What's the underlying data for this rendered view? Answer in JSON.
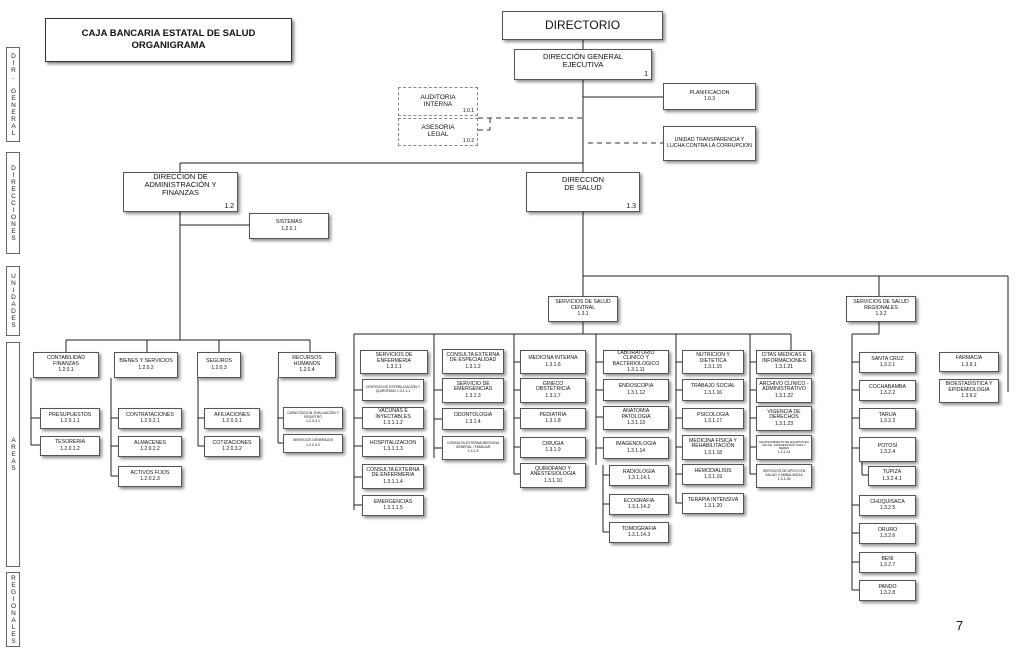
{
  "title": {
    "line1": "CAJA BANCARIA ESTATAL DE SALUD",
    "line2": "ORGANIGRAMA"
  },
  "side_labels": [
    "DIR. GENERAL",
    "DIRECCIONES",
    "UNIDADES",
    "AREAS",
    "REGIONALES"
  ],
  "page_number": "7",
  "boxes": {
    "directorio": {
      "t": "DIRECTORIO",
      "c": ""
    },
    "dge": {
      "t": "DIRECCIÓN GENERAL EJECUTIVA",
      "c": "1"
    },
    "auditoria": {
      "t": "AUDITORIA INTERNA",
      "c": "1.0.1"
    },
    "asesoria": {
      "t": "ASESORIA LEGAL",
      "c": "1.0.2"
    },
    "planificacion": {
      "t": "PLANIFICACION",
      "c": "1.0.3"
    },
    "transparencia": {
      "t": "UNIDAD TRANSPARENCIA Y LUCHA CONTRA LA CORRUPCION",
      "c": ""
    },
    "dir_admin": {
      "t": "DIRECCION DE ADMINISTRACIÓN Y FINANZAS",
      "c": "1.2"
    },
    "dir_salud": {
      "t": "DIRECCION DE SALUD",
      "c": "1.3"
    },
    "sistemas": {
      "t": "SISTEMAS",
      "c": "1.2.0.1"
    },
    "serv_central": {
      "t": "SERVICIOS DE SALUD CENTRAL",
      "c": "1.3.1"
    },
    "serv_regionales": {
      "t": "SERVICIOS DE SALUD REGIONALES",
      "c": "1.3.2"
    },
    "farmacia": {
      "t": "FARMACIA",
      "c": "1.3.9.1"
    },
    "bioestadistica": {
      "t": "BIOESTADÍSTICA Y EPIDEMIOLOGIA",
      "c": "1.3.9.2"
    },
    "contabilidad": {
      "t": "CONTABILIDAD FINANZAS",
      "c": "1.2.0.1"
    },
    "presupuestos": {
      "t": "PRESUPUESTOS",
      "c": "1.2.0.1.1"
    },
    "tesoreria": {
      "t": "TESORERIA",
      "c": "1.2.0.1.2"
    },
    "bienes": {
      "t": "BIENES Y SERVICIOS",
      "c": "1.2.0.2"
    },
    "contrataciones": {
      "t": "CONTRATACIONES",
      "c": "1.2.0.2.1"
    },
    "almacenes": {
      "t": "ALMACENES",
      "c": "1.2.0.2.2"
    },
    "activos": {
      "t": "ACTIVOS FIJOS",
      "c": "1.2.0.2.3"
    },
    "seguros": {
      "t": "SEGUROS",
      "c": "1.2.0.3"
    },
    "afiliaciones": {
      "t": "AFILIACIONES",
      "c": "1.2.0.3.1"
    },
    "cotizaciones": {
      "t": "COTIZACIONES",
      "c": "1.2.0.3.2"
    },
    "rrhh": {
      "t": "RECURSOS HUMANOS",
      "c": "1.2.0.4"
    },
    "capacitacion": {
      "t": "CAPACITACION, EVALUACION Y REGISTRO",
      "c": "1.2.0.4.1"
    },
    "serv_generales": {
      "t": "SERVICIOS GENERALES",
      "c": "1.2.0.4.2"
    },
    "enfermeria": {
      "t": "SERVICIOS DE ENFERMERIA",
      "c": "1.3.1.1"
    },
    "esterilizacion": {
      "t": "CENTROS DE ESTERILIZACIÓN Y QUIRÓFANO 1.3.1.1.1",
      "c": ""
    },
    "vacunas": {
      "t": "VACUNAS E INYECTABLES",
      "c": "1.3.1.1.2"
    },
    "hospitalizacion": {
      "t": "HOSPITALIZACION",
      "c": "1.3.1.1.3"
    },
    "ce_enfermeria": {
      "t": "CONSULTA EXTERNA DE ENFERMERIA",
      "c": "1.3.1.1.4"
    },
    "emergencias_enf": {
      "t": "EMERGENCIAS",
      "c": "1.3.1.1.5"
    },
    "ce_especialidad": {
      "t": "CONSULTA EXTERNA DE ESPECIALIDAD",
      "c": "1.3.1.2"
    },
    "serv_emergencias": {
      "t": "SERVICIO DE EMERGENCIAS",
      "c": "1.3.1.3"
    },
    "odontologia": {
      "t": "ODONTOLOGIA",
      "c": "1.3.1.4"
    },
    "ce_medicina": {
      "t": "CONSULTA EXTERNA MEDICINA GENERAL / FAMILIAR",
      "c": "1.3.1.5"
    },
    "medicina_interna": {
      "t": "MEDICINA INTERNA",
      "c": "1.3.1.6"
    },
    "gineco": {
      "t": "GINECO OBSTETRICIA",
      "c": "1.3.1.7"
    },
    "pediatria": {
      "t": "PEDIATRIA",
      "c": "1.3.1.8"
    },
    "cirugia": {
      "t": "CIRUGIA",
      "c": "1.3.1.9"
    },
    "quirofano": {
      "t": "QUIROFANO Y ANESTESIOLOGIA",
      "c": "1.3.1.10"
    },
    "laboratorio": {
      "t": "LABORATORIO CLINICO Y BACTERIOLOGICO",
      "c": "1.3.1.11"
    },
    "endoscopia": {
      "t": "ENDOSCOPIA",
      "c": "1.3.1.12"
    },
    "anatomia": {
      "t": "ANATOMIA PATOLOGIA",
      "c": "1.3.1.13"
    },
    "imagenologia": {
      "t": "IMAGENOLOGIA",
      "c": "1.3.1.14"
    },
    "radiologia": {
      "t": "RADIOLOGIA",
      "c": "1.3.1.14.1"
    },
    "ecografia": {
      "t": "ECOGRAFIA",
      "c": "1.3.1.14.2"
    },
    "tomografia": {
      "t": "TOMOGRAFIA",
      "c": "1.3.1.14.3"
    },
    "nutricion": {
      "t": "NUTRICION Y DIETETICA",
      "c": "1.3.1.15"
    },
    "trabajo_social": {
      "t": "TRABAJO SOCIAL",
      "c": "1.3.1.16"
    },
    "psicologia": {
      "t": "PSICOLOGIA",
      "c": "1.3.1.17"
    },
    "medicina_fisica": {
      "t": "MEDICINA FISICA Y REHABILITACIÓN",
      "c": "1.3.1.18"
    },
    "hemodialisis": {
      "t": "HEMODIALISIS",
      "c": "1.3.1.19"
    },
    "terapia": {
      "t": "TERAPIA INTENSIVA",
      "c": "1.3.1.20"
    },
    "citas": {
      "t": "CITAS MEDICAS E INFORMACIONES",
      "c": "1.3.1.21"
    },
    "archivo": {
      "t": "ARCHIVO CLINICO - ADMINISTRATIVO",
      "c": "1.3.1.22"
    },
    "vigencia": {
      "t": "VIGENCIA DE DERECHOS",
      "c": "1.3.1.23"
    },
    "mantenimiento": {
      "t": "MANTENIMIENTO DE EQUIPOS EN SALUD, INFRAESTRUCTURA Y REDES",
      "c": "1.3.1.24"
    },
    "apoyo": {
      "t": "SERVICIOS DE APOYO EN SALUD Y AMBULANCIA",
      "c": "1.3.1.25"
    },
    "santa_cruz": {
      "t": "SANTA CRUZ",
      "c": "1.3.2.1"
    },
    "cochabamba": {
      "t": "COCHABAMBA",
      "c": "1.3.2.2"
    },
    "tarija": {
      "t": "TARIJA",
      "c": "1.3.2.3"
    },
    "potosi": {
      "t": "POTOSÍ",
      "c": "1.3.2.4"
    },
    "tupiza": {
      "t": "TUPIZA",
      "c": "1.3.2.4.1"
    },
    "chuquisaca": {
      "t": "CHUQUISACA",
      "c": "1.3.2.5"
    },
    "oruro": {
      "t": "ORURO",
      "c": "1.3.2.6"
    },
    "beni": {
      "t": "BENI",
      "c": "1.3.2.7"
    },
    "pando": {
      "t": "PANDO",
      "c": "1.3.2.8"
    }
  }
}
